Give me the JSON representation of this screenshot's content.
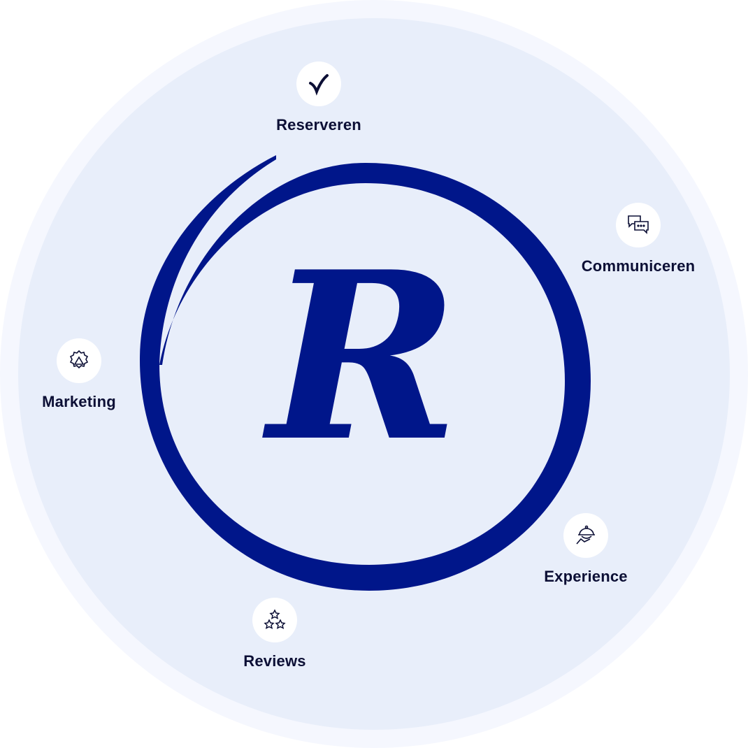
{
  "colors": {
    "outer": "#f5f7fe",
    "inner": "#e8eefa",
    "brand": "#00168a",
    "text": "#0c0f35"
  },
  "logo": {
    "letter": "R"
  },
  "nodes": [
    {
      "label": "Reserveren",
      "icon": "check-icon"
    },
    {
      "label": "Communiceren",
      "icon": "chat-bubbles-icon"
    },
    {
      "label": "Marketing",
      "icon": "megaphone-badge-icon"
    },
    {
      "label": "Experience",
      "icon": "cloche-hand-icon"
    },
    {
      "label": "Reviews",
      "icon": "stars-icon"
    }
  ]
}
